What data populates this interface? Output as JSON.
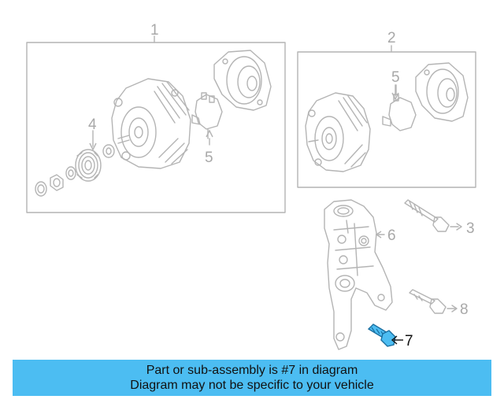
{
  "callouts": {
    "c1": "1",
    "c2": "2",
    "c3": "3",
    "c4": "4",
    "c5a": "5",
    "c5b": "5",
    "c6": "6",
    "c7": "7",
    "c8": "8"
  },
  "colors": {
    "line": "#b4b4b4",
    "highlight": "#4cbdf2",
    "banner": "#4cbdf2"
  },
  "banner": {
    "line1": "Part or sub-assembly is #7 in diagram",
    "line2": "Diagram may not be specific to your vehicle"
  }
}
